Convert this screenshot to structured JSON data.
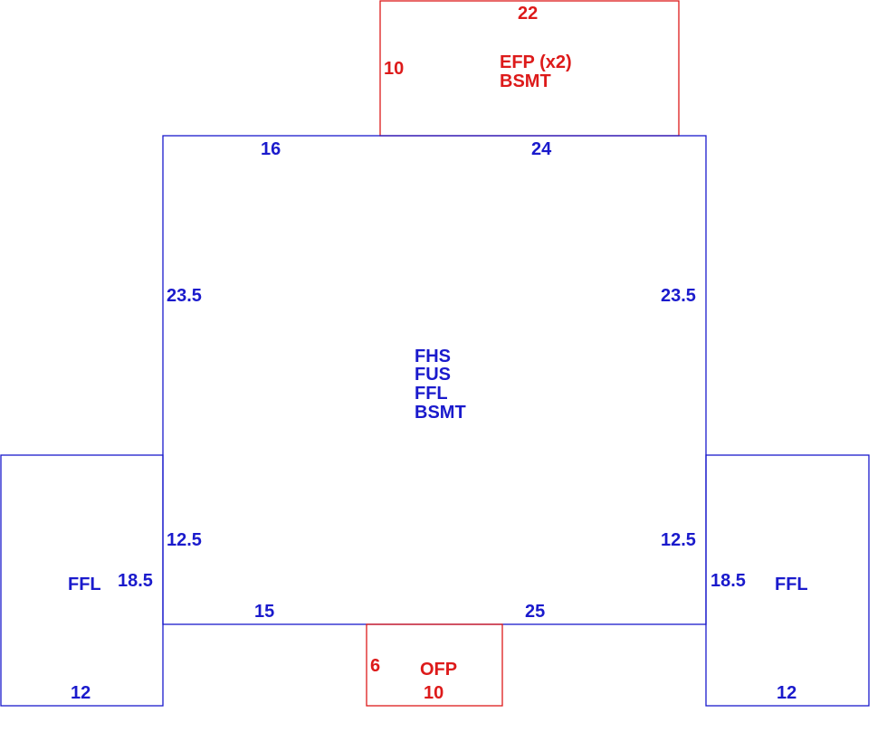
{
  "colors": {
    "main": "#1a1acc",
    "accent": "#dd1a1a",
    "background": "#ffffff"
  },
  "main": {
    "top_left": "16",
    "top_right": "24",
    "left_upper": "23.5",
    "right_upper": "23.5",
    "left_lower": "12.5",
    "right_lower": "12.5",
    "bottom_left": "15",
    "bottom_right": "25",
    "codes": [
      "FHS",
      "FUS",
      "FFL",
      "BSMT"
    ]
  },
  "porch_top": {
    "top": "22",
    "side": "10",
    "codes": [
      "EFP (x2)",
      "BSMT"
    ]
  },
  "porch_bottom": {
    "side": "6",
    "code": "OFP",
    "bottom": "10"
  },
  "wing_left": {
    "code": "FFL",
    "side": "18.5",
    "bottom": "12"
  },
  "wing_right": {
    "code": "FFL",
    "side": "18.5",
    "bottom": "12"
  }
}
